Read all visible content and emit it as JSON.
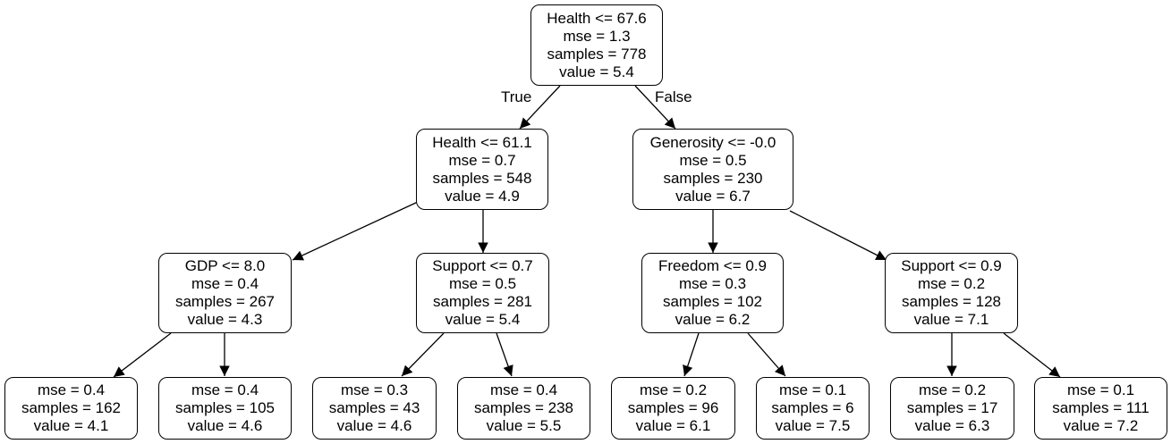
{
  "nodes": {
    "n0": [
      "Health <= 67.6",
      "mse = 1.3",
      "samples = 778",
      "value = 5.4"
    ],
    "n1": [
      "Health <= 61.1",
      "mse = 0.7",
      "samples = 548",
      "value = 4.9"
    ],
    "n2": [
      "Generosity <= -0.0",
      "mse = 0.5",
      "samples = 230",
      "value = 6.7"
    ],
    "n3": [
      "GDP <= 8.0",
      "mse = 0.4",
      "samples = 267",
      "value = 4.3"
    ],
    "n4": [
      "Support <= 0.7",
      "mse = 0.5",
      "samples = 281",
      "value = 5.4"
    ],
    "n5": [
      "Freedom <= 0.9",
      "mse = 0.3",
      "samples = 102",
      "value = 6.2"
    ],
    "n6": [
      "Support <= 0.9",
      "mse = 0.2",
      "samples = 128",
      "value = 7.1"
    ],
    "n7": [
      "mse = 0.4",
      "samples = 162",
      "value = 4.1"
    ],
    "n8": [
      "mse = 0.4",
      "samples = 105",
      "value = 4.6"
    ],
    "n9": [
      "mse = 0.3",
      "samples = 43",
      "value = 4.6"
    ],
    "n10": [
      "mse = 0.4",
      "samples = 238",
      "value = 5.5"
    ],
    "n11": [
      "mse = 0.2",
      "samples = 96",
      "value = 6.1"
    ],
    "n12": [
      "mse = 0.1",
      "samples = 6",
      "value = 7.5"
    ],
    "n13": [
      "mse = 0.2",
      "samples = 17",
      "value = 6.3"
    ],
    "n14": [
      "mse = 0.1",
      "samples = 111",
      "value = 7.2"
    ]
  },
  "edge_labels": {
    "true_label": "True",
    "false_label": "False"
  }
}
